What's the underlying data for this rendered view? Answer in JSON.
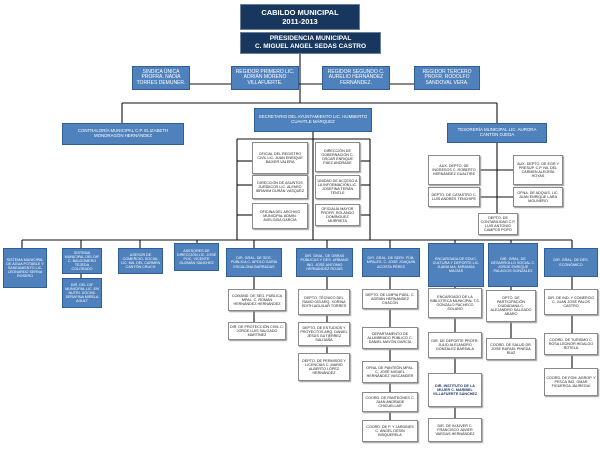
{
  "header": {
    "title": "CABILDO MUNICIPAL",
    "years": "2011-2013",
    "presidency": "PRESIDENCIA MUNICIPAL",
    "president": "C. MIGUEL ANGEL SEDAS CASTRO"
  },
  "council": [
    "SINDICA ÚNICA PROFRA. NADIA TORRES DEMUNER.",
    "REGIDOR PRIMERO LIC. ADRIÁN MORENO VILLAFUERTE.",
    "REGIDOR SEGUNDO C. AURELIO HERNÁNDEZ FERNÁNDEZ.",
    "REGIDOR TERCERO PROFR. RODOLFO SANDOVAL VERA."
  ],
  "secretary": "SECRETARIO DEL AYUNTAMIENTO LIC. HUMBERTO CUAHTLE MÁRQUEZ",
  "contraloria": "CONTRALORÍA MUNICIPAL C.P. ELIZABETH MONDRAGÓN HERNÁNDEZ",
  "tesoreria": "TESORERÍA MUNICIPAL LIC. AURORA CANTÓN OJEDA",
  "secretary_left_units": [
    "OFICIAL DEL REGISTRO CIVIL LIC. JUAN ENRIQUE BAIXER VALERA",
    "DIRECCIÓN DE ASUNTOS JURÍDICOS LIC. ALFARO IBRAHIM DURÁN VÁSQUEZ",
    "OFICINA DEL ARCHIVO MUNICIPAL ADMIN. AVELGIDA GARCÍA"
  ],
  "secretary_right_units": [
    "DIRECCIÓN DE GOBERNACIÓN C. OSCAR ENRIQUE PÁEZ ANDRADE",
    "UNIDAD DE ACCESO A LA INFORMACIÓN LIC. JOSEFINA TERÁN TENTLE",
    "OFICIALÍA MAYOR PROFR. ROLANDO DOMÍNGUEZ MURRIETA"
  ],
  "tesoreria_units": [
    "AUX. DEPTO. DE INGRESOS C. ROBERTO HERNÁNDEZ GUALTIRE",
    "AUX. DEPTO. DE EGR Y PRESUP. C.P. NIL DEL CARMEN ALEGRÍA HOYAS",
    "DEPTO. DE CATASTRO C. LUIS ANDRÉS TENCHIPE",
    "OFNA. DE ADQUIS. LIC. JUAN ENRIQUE LARA MOLINERO",
    "DEPTO. DE CONTABILIDAD C.P. LUIS ANTONIO CAMPOS POPO"
  ],
  "directorates": [
    "SISTEMA MUNICIPAL DE AGUA POTABLE Y SANEAMIENTO LIC. LEONARDO SERNA ROSERO",
    "SISTEMA MUNICIPAL DEL DIF C. BALDOMERO TEJEDA COLORADO",
    "ASESOR DE COMERCIO, SOCIAL LIC. MA. DEL CARMEN CANTÓN CRUCH",
    "ASESORES DE DIRECCIÓN LIC. JOSÉ POC. VICENTE GUZMÁN SÁNCHEZ",
    "DIR. GRAL. DE SEG. PÚBLICA C. APOLO GARÍA ESCALONA BARRADAS",
    "DIR. GRAL. DE OBRAS PÚBLICAS Y DES. URBANO ING. JOSÉ ANTONIO HERNÁNDEZ ROJAS",
    "DIR. GRAL. DE SERV. PÚB. MPALES. C. JOSÉ JOAQUÍN ACOSTA PÉREZ",
    "ENCARGADA DE EDUC. CULTURA Y DEPORTE LIC. JUANA MA. MIRANDA MACÍAS",
    "DIR. GRAL. DE DESARROLLO SOCIAL C. JORGE ENRIQUE PALACIOS GONZÁLEZ",
    "DIR. GRAL. DE DES. ECONÓMICO"
  ],
  "dif_sub": "DIR. DEL DIF MUNICIPAL LIC. EN NUTRI. XÓCHIL SERAFINA MIRELA AGULT",
  "seguridad_sub": [
    "COMAND. DE SEG. PÚBLICA MPAL. C. ROMÁN HERNÁNDEZ HERNÁNDEZ",
    "DIR. DE PROTECCIÓN CIVIL C. JORGE LUIS SALGADO MARTÍNEZ"
  ],
  "obras_sub": [
    "DEPTO. TÉCNICO DEL RAMO 033 ARQ. XORINA EDITH AGUILAR TORRES",
    "DEPTO. DE ESTUDIOS Y PROYECTOS ARQ. DANIEL JESÚS GUTIÉRREZ SALDAÑA",
    "DEPTO. DE PERMISOS Y LICENCIAS C. MARIO ALBERTO LÓPEZ HERNÁNDEZ"
  ],
  "servicios_sub": [
    "DEPTO. DE LIMPIA PÚBL. C. ADRIÁN HERNÁNDEZ CHACÓN",
    "DEPARTAMENTO DE ALUMBRADO PÚBLICO C. DANIEL MAYÓN GARCÍA",
    "OFNA. DE PANTEÓN MPAL. C. JOSÉ MIGUEL HERNÁNDEZ VASCANDER",
    "COORD. DE PANTEONES C. JUAN ANDRADE CHICUELLAR",
    "COORD. DE P. Y JARDINES C. ÁNGEL DESIN BISQUERELA"
  ],
  "educacion_sub": [
    "ENCARGADO DE LA BIBLIOTECA MUNICIPAL T.S. GONZALO PACHECO SOLANO",
    "DIR. DE DEPORTE PROFR. JULIO ALEJANDRO GONZÁLEZ BARSALA",
    "DIR. INSTITUTO DE LA MUJER C. MARIBEL VILLAFUERTE SÁNCHEZ",
    "DIR. DE INJUVER C. FRANCISCO JAVIER VARGAS HERNÁNDEZ"
  ],
  "desarrollo_sub": [
    "DPTO. DE PARTICIPACIÓN CIUDADANA C. ALEJANDRO SALGADO ABARO",
    "COORD. DE SALUD DR. JOSÉ RAFAEL PINEDA RUIZ"
  ],
  "economico_sub": [
    "DIR. DE IND. Y COMERCIO C. JUAN JOSÉ PALOS CASTRO",
    "COORD. DE TURISMO C. ROSA LEONOR HIDALGO ROTELA",
    "COORD. DE FOM. AGROP. Y PESCA ING. OMAR FIGUEROA JÁUREGUI"
  ]
}
